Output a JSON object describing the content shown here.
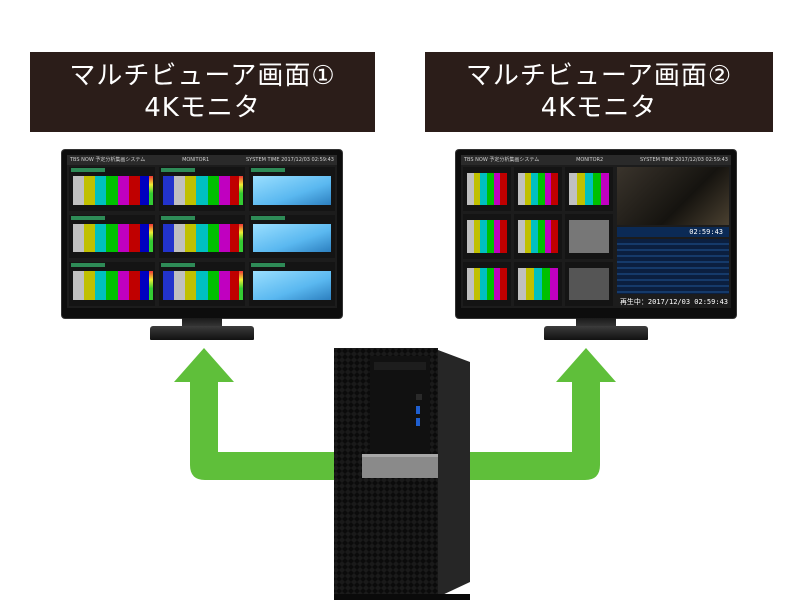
{
  "banners": {
    "left": {
      "line1": "マルチビューア画面①",
      "line2": "4Kモニタ"
    },
    "right": {
      "line1": "マルチビューア画面②",
      "line2": "4Kモニタ"
    }
  },
  "monitor_left": {
    "header_left": "TBS NOW 予定分析集画システム",
    "header_mid": "MONITOR1",
    "header_right": "SYSTEM TIME 2017/12/03 02:59:43"
  },
  "monitor_right": {
    "header_left": "TBS NOW 予定分析集画システム",
    "header_mid": "MONITOR2",
    "header_right": "SYSTEM TIME 2017/12/03 02:59:43",
    "timecode": "02:59:43",
    "playback": "再生中：2017/12/03 02:59:43"
  },
  "colors": {
    "banner_bg": "#2b1d19",
    "arrow": "#5fbf3a",
    "pc_accent": "#8a8a8a"
  }
}
